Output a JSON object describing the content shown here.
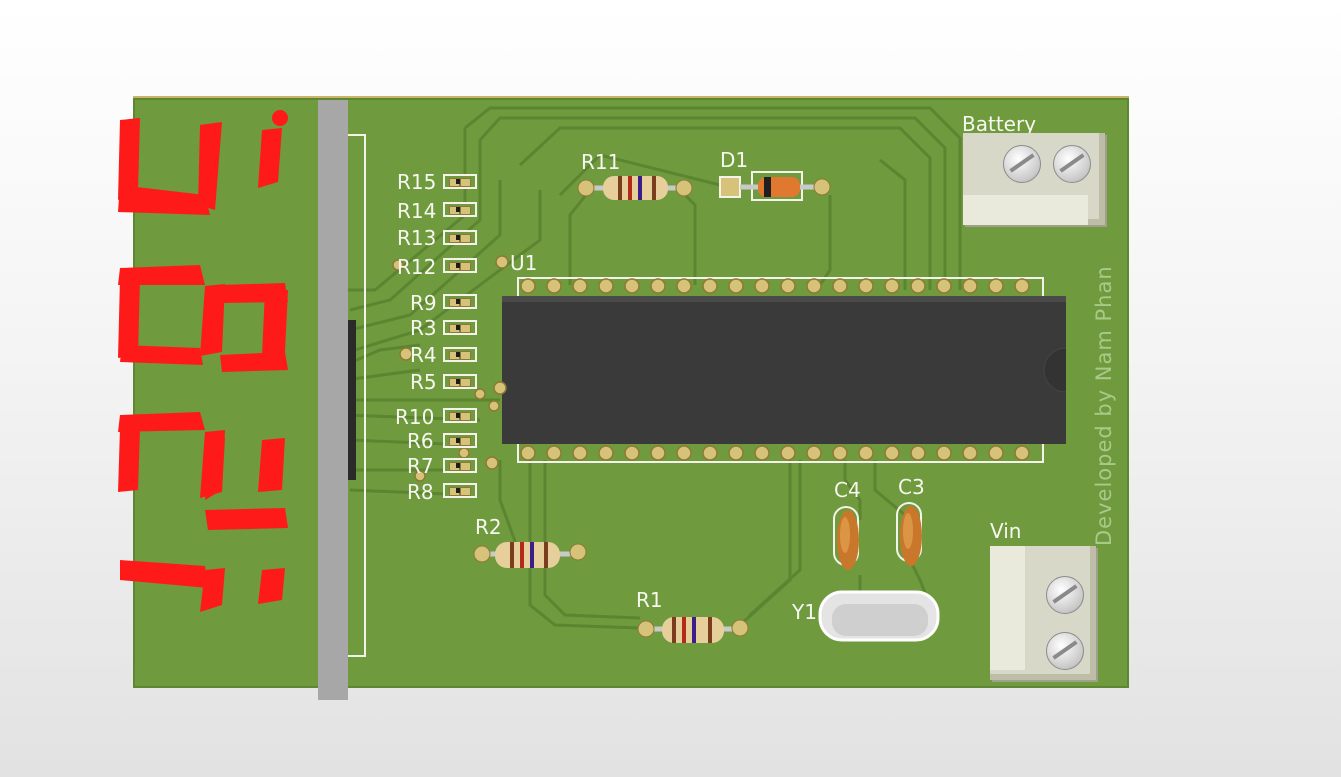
{
  "labels": {
    "r15": "R15",
    "r14": "R14",
    "r13": "R13",
    "r12": "R12",
    "r9": "R9",
    "r3": "R3",
    "r4": "R4",
    "r5": "R5",
    "r10": "R10",
    "r6": "R6",
    "r7": "R7",
    "r8": "R8",
    "r11": "R11",
    "d1": "D1",
    "u1": "U1",
    "r2": "R2",
    "r1": "R1",
    "c4": "C4",
    "c3": "C3",
    "y1": "Y1",
    "battery": "Battery",
    "vin": "Vin"
  },
  "credit": "Developed by Nam Phan",
  "colors": {
    "board": "#6f9a3e",
    "silkscreen": "#f7f7f0",
    "segment": "#ff1a1a",
    "chip": "#3a3a3a",
    "pad": "#d7c27a"
  },
  "icons": {
    "screw": "screw-terminal-icon"
  }
}
